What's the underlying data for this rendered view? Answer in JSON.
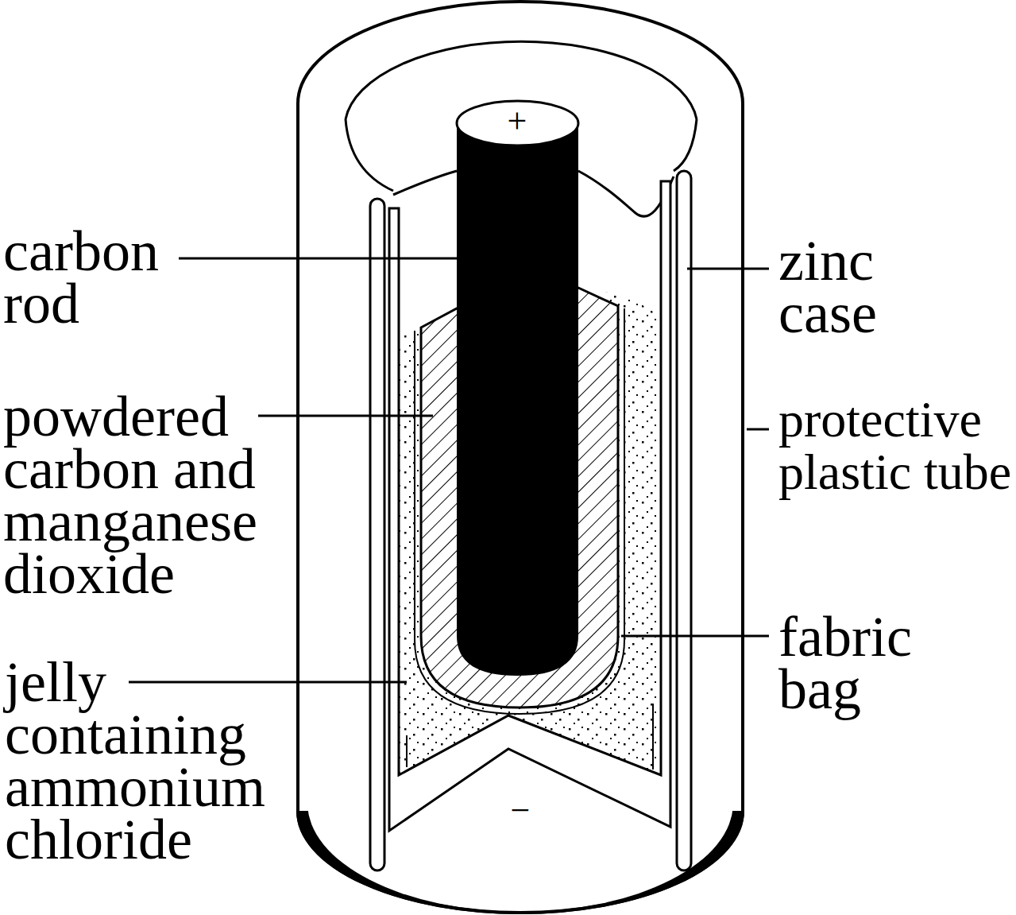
{
  "diagram": {
    "labels": [
      "carbon rod",
      "powdered carbon and manganese dioxide",
      "jelly containing ammonium chloride",
      "zinc case",
      "protective plastic tube",
      "fabric bag",
      "+",
      "−"
    ]
  }
}
